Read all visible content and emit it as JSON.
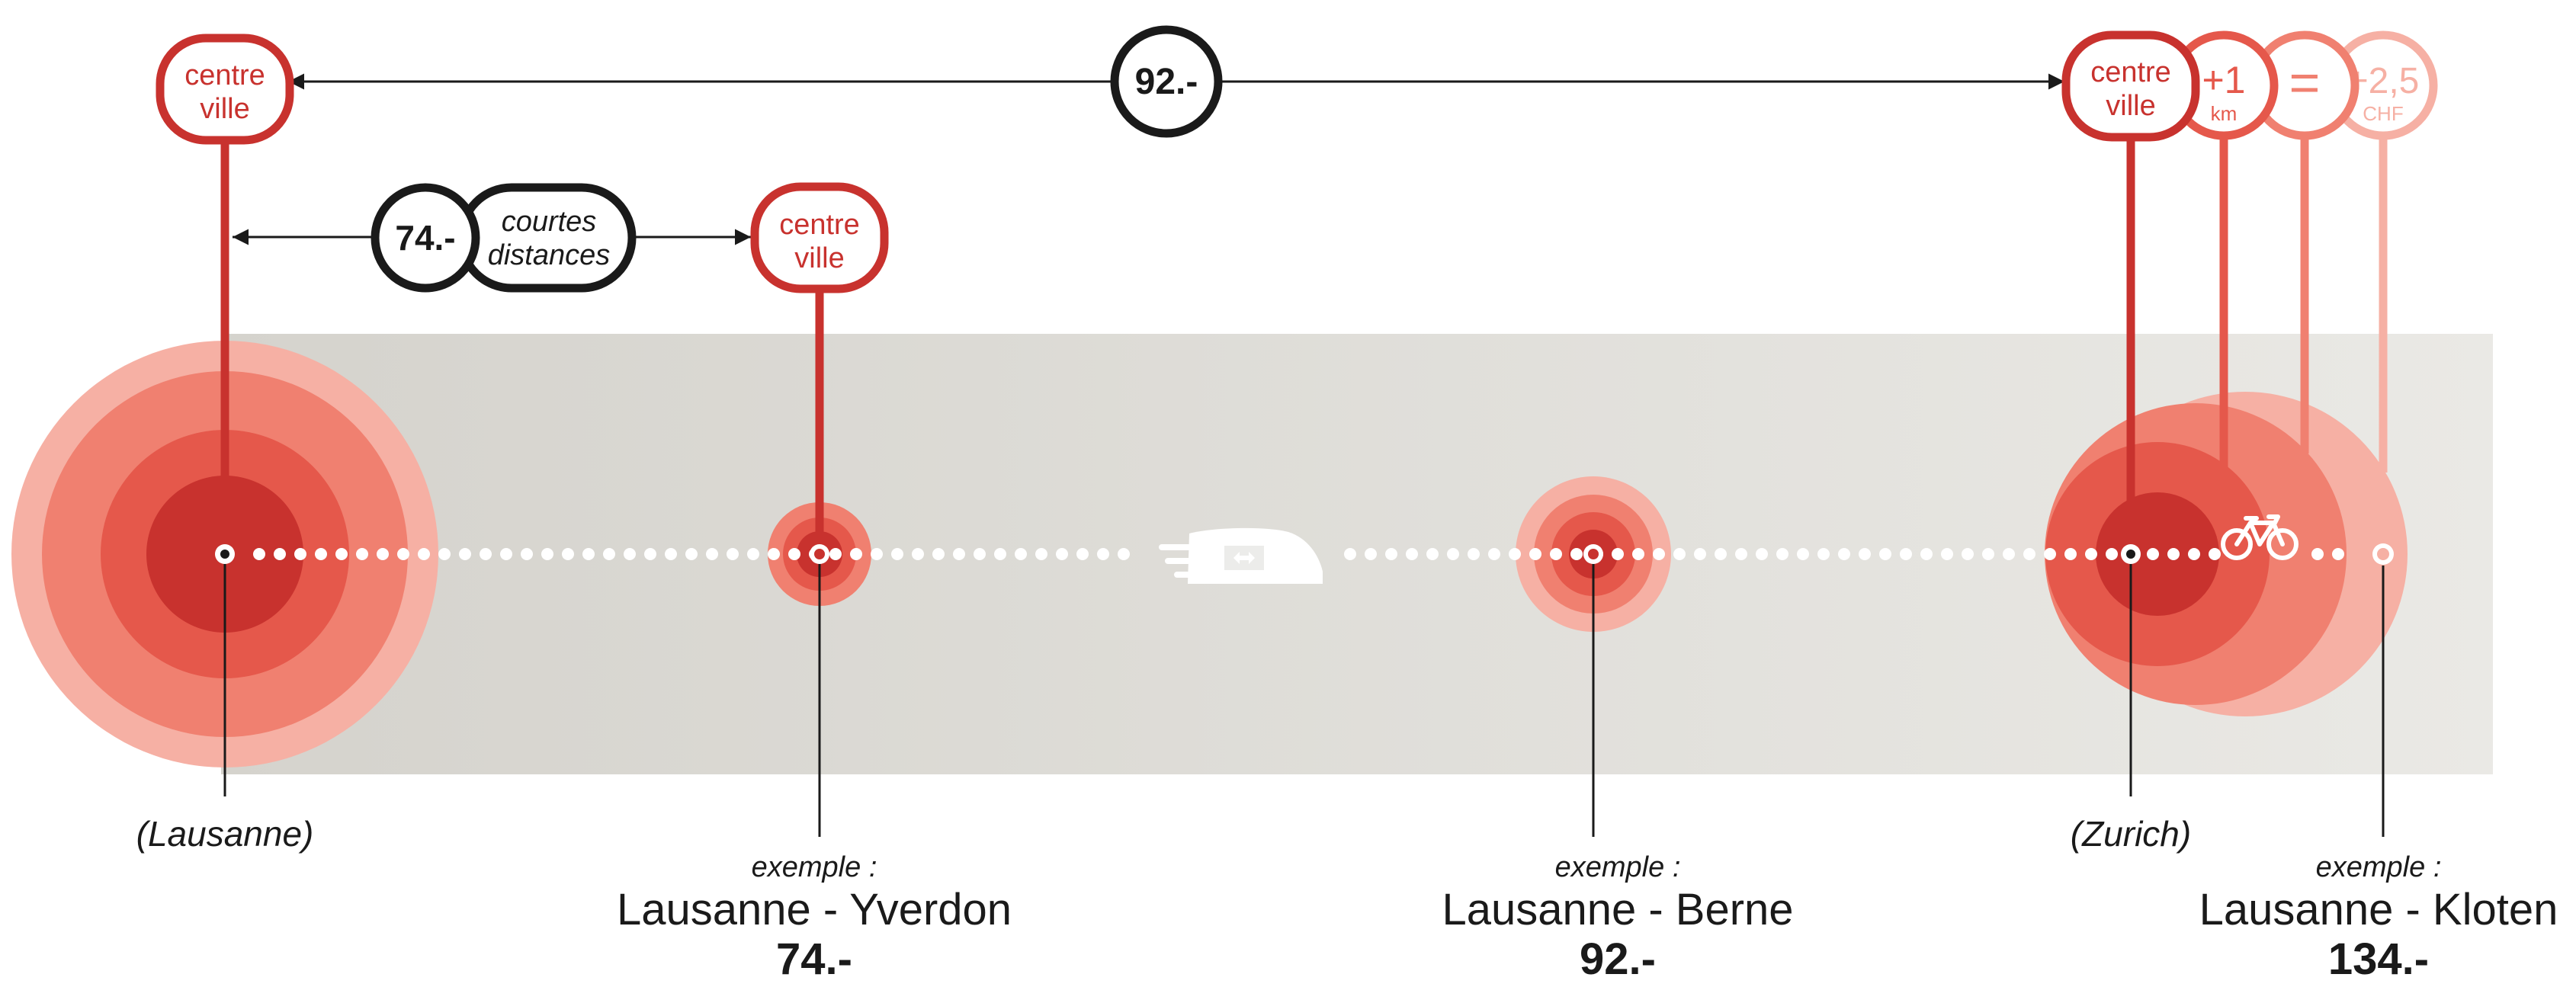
{
  "labels": {
    "centre_ville_line1": "centre",
    "centre_ville_line2": "ville",
    "price_total_long": "92.-",
    "price_short": "74.-",
    "short_line1": "courtes",
    "short_line2": "distances",
    "plus_km_value": "+1",
    "plus_km_unit": "km",
    "equals_sign": "=",
    "plus_chf_value": "+2,5",
    "plus_chf_unit": "CHF"
  },
  "cities": {
    "lausanne": "(Lausanne)",
    "zurich": "(Zurich)"
  },
  "examples": [
    {
      "caption": "exemple :",
      "route": "Lausanne - Yverdon",
      "price": "74.-"
    },
    {
      "caption": "exemple :",
      "route": "Lausanne - Berne",
      "price": "92.-"
    },
    {
      "caption": "exemple :",
      "route": "Lausanne - Kloten",
      "price": "134.-"
    }
  ],
  "icons": {
    "train": "sbb-train-icon",
    "bike": "bicycle-icon"
  },
  "colors": {
    "red_dark": "#c8322e",
    "red_mid": "#e5584b",
    "red_light": "#f08070",
    "red_pale": "#f6b0a4",
    "black": "#1a1a1a",
    "band_left": "#d8d6d0",
    "band_right": "#e9e8e4"
  }
}
